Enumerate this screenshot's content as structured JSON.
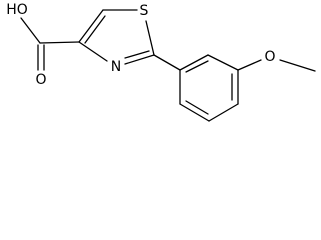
{
  "molecule": {
    "atoms": {
      "hydroxyl": "HO",
      "carbonyl_oxygen": "O",
      "sulfur": "S",
      "nitrogen": "N",
      "ether_oxygen": "O"
    }
  }
}
